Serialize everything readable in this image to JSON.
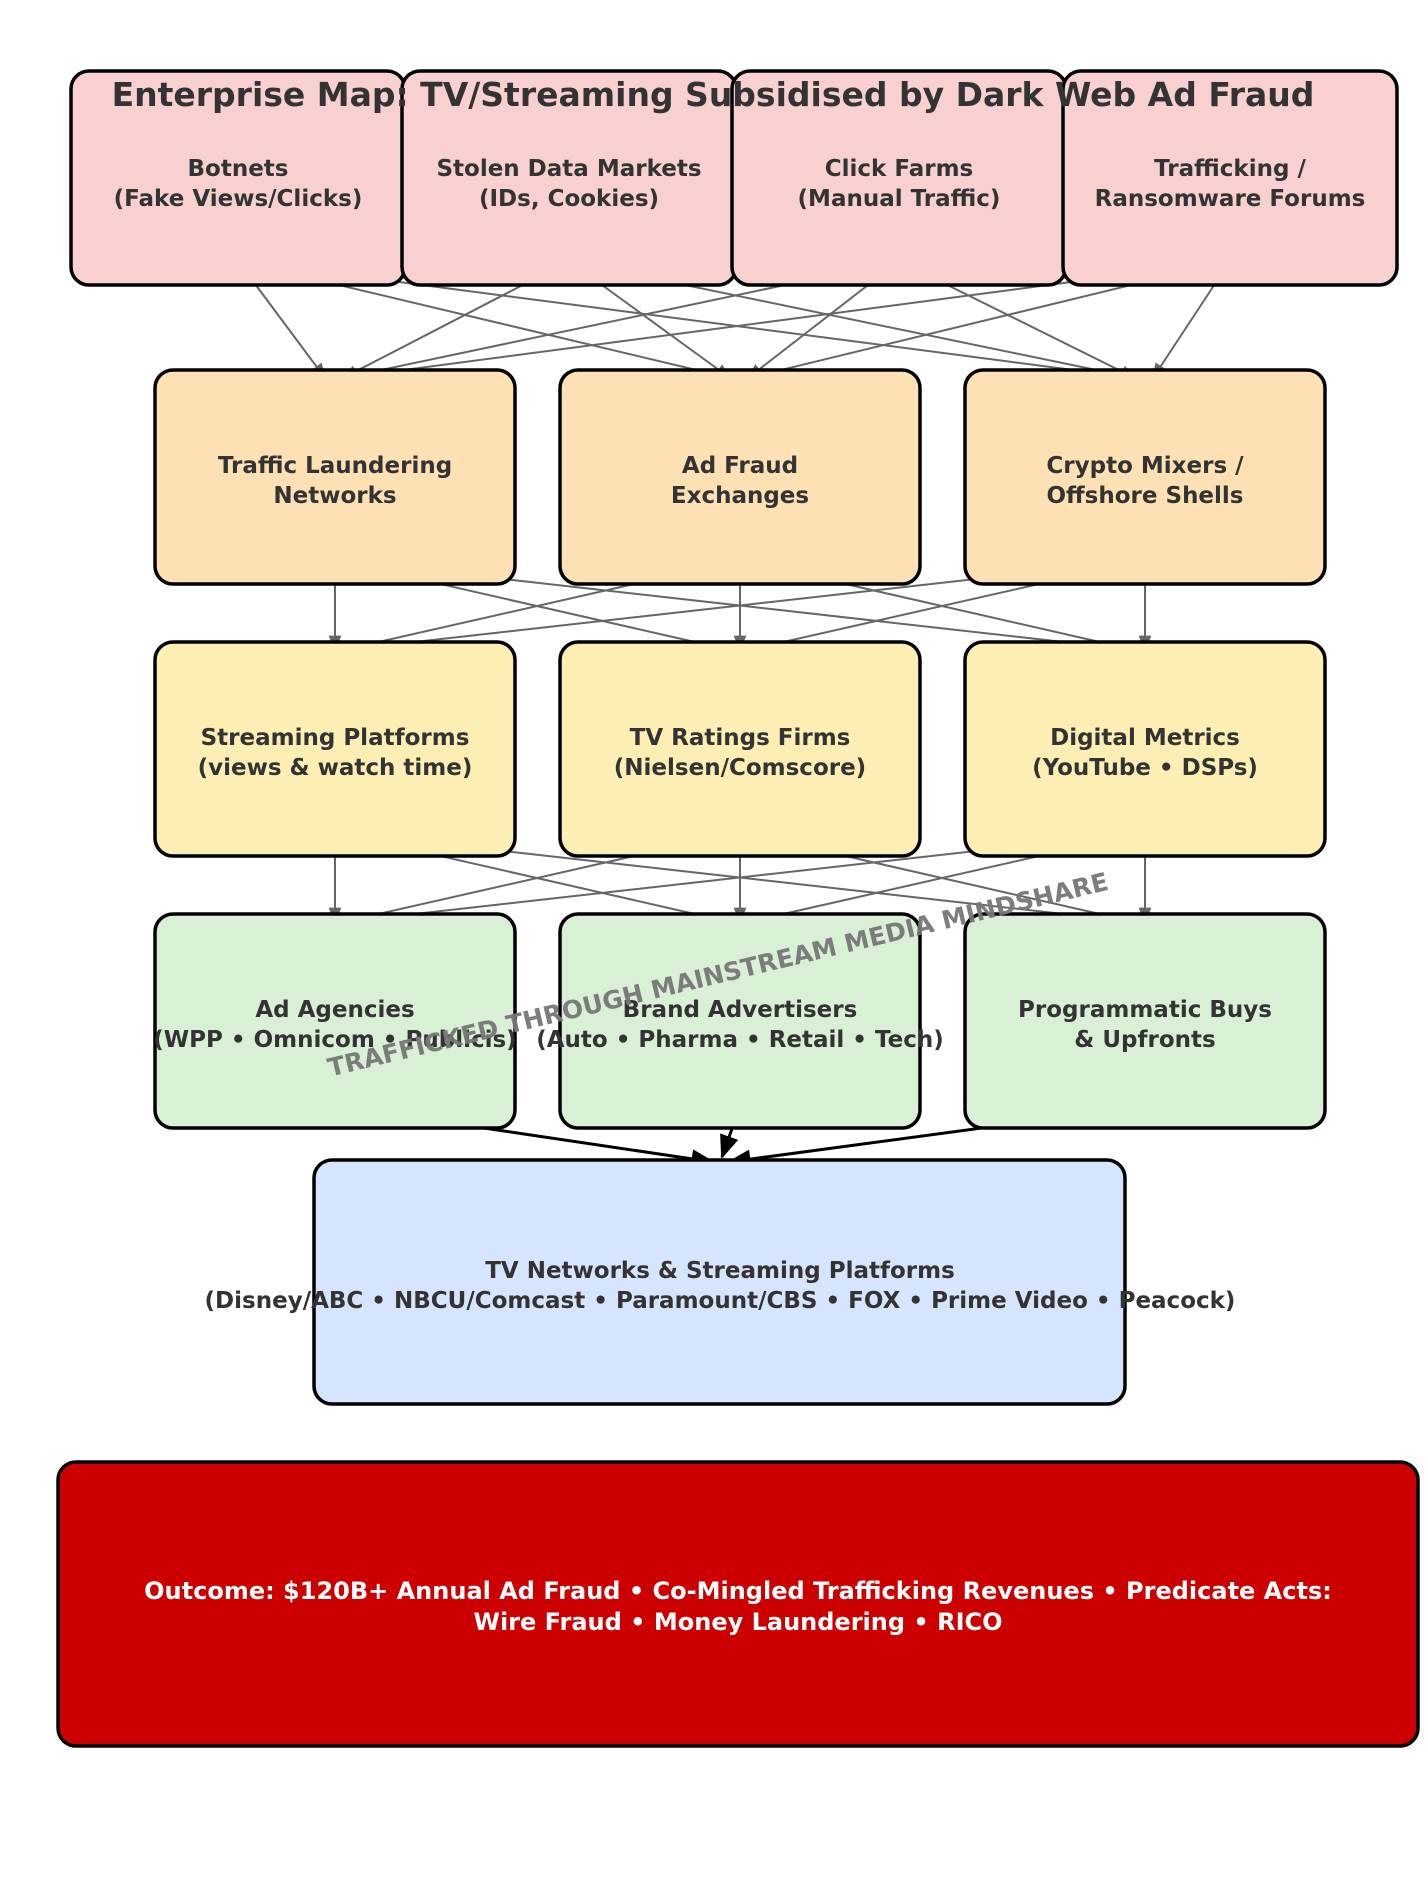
{
  "title": "Enterprise Map: TV/Streaming Subsidised by Dark Web Ad Fraud",
  "watermark": "TRAFFICKED THROUGH MAINSTREAM MEDIA MINDSHARE",
  "colors": {
    "tier1": "#f8d0d0",
    "tier2": "#fde0b4",
    "tier3": "#fdefb4",
    "tier4": "#d9f0d6",
    "target": "#d7e4fd",
    "outcome": "#cc0000",
    "stroke": "#000000",
    "edge": "#666666"
  },
  "tiers": [
    {
      "nodes": [
        {
          "lines": [
            "Botnets",
            "(Fake Views/Clicks)"
          ]
        },
        {
          "lines": [
            "Stolen Data Markets",
            "(IDs, Cookies)"
          ]
        },
        {
          "lines": [
            "Click Farms",
            "(Manual Traffic)"
          ]
        },
        {
          "lines": [
            "Trafficking /",
            "Ransomware Forums"
          ]
        }
      ]
    },
    {
      "nodes": [
        {
          "lines": [
            "Traffic Laundering",
            "Networks"
          ]
        },
        {
          "lines": [
            "Ad Fraud",
            "Exchanges"
          ]
        },
        {
          "lines": [
            "Crypto Mixers /",
            "Offshore Shells"
          ]
        }
      ]
    },
    {
      "nodes": [
        {
          "lines": [
            "Streaming Platforms",
            "(views & watch time)"
          ]
        },
        {
          "lines": [
            "TV Ratings Firms",
            "(Nielsen/Comscore)"
          ]
        },
        {
          "lines": [
            "Digital Metrics",
            "(YouTube • DSPs)"
          ]
        }
      ]
    },
    {
      "nodes": [
        {
          "lines": [
            "Ad Agencies",
            "(WPP • Omnicom • Publicis)"
          ]
        },
        {
          "lines": [
            "Brand Advertisers",
            "(Auto • Pharma • Retail • Tech)"
          ]
        },
        {
          "lines": [
            "Programmatic Buys",
            "& Upfronts"
          ]
        }
      ]
    }
  ],
  "target": {
    "lines": [
      "TV Networks & Streaming Platforms",
      "(Disney/ABC • NBCU/Comcast • Paramount/CBS • FOX • Prime Video • Peacock)"
    ]
  },
  "outcome": {
    "lines": [
      "Outcome: $120B+ Annual Ad Fraud • Co-Mingled Trafficking Revenues • Predicate Acts:",
      "Wire Fraud • Money Laundering • RICO"
    ]
  }
}
